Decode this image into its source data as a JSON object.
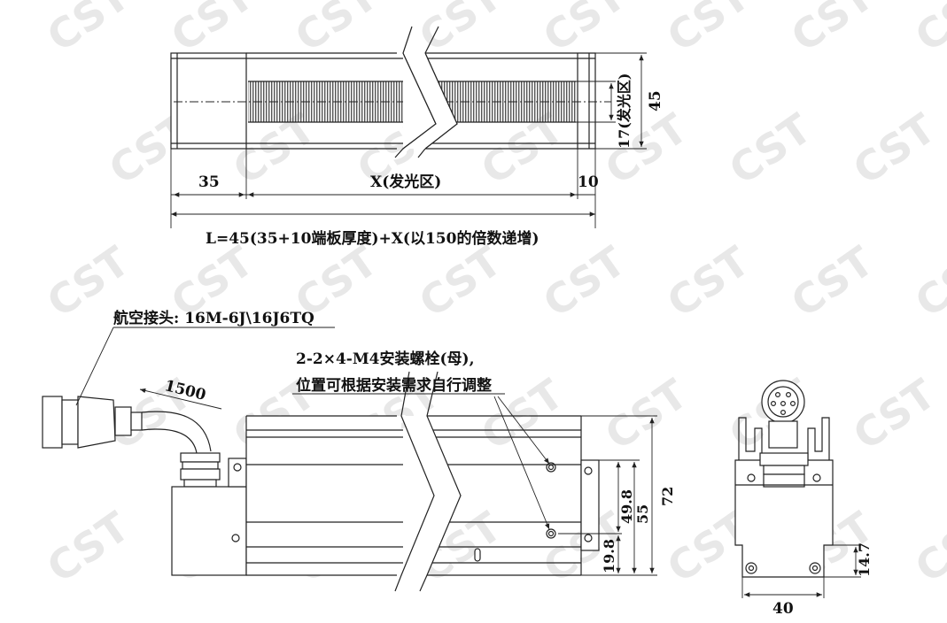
{
  "watermark": {
    "text": "CST",
    "color": "#e6e6e6"
  },
  "top_view": {
    "dims": {
      "end_left": "35",
      "emit_length": "X(发光区)",
      "end_right": "10",
      "width": "45",
      "emit_width": "17(发光区)"
    },
    "formula": "L=45(35+10端板厚度)+X(以150的倍数递增)"
  },
  "side_view": {
    "connector_label": "航空接头: 16M-6J\\16J6TQ",
    "cable_length": "1500",
    "bolt_note_line1": "2-2×4-M4安装螺栓(母),",
    "bolt_note_line2": "位置可根据安装需求自行调整",
    "dims": {
      "d19_8": "19.8",
      "d49_8": "49.8",
      "d55": "55",
      "d72": "72"
    }
  },
  "end_view": {
    "dims": {
      "width": "40",
      "height": "14.7"
    }
  },
  "colors": {
    "line": "#222222",
    "fin": "#555555",
    "body_fill": "#ffffff"
  }
}
